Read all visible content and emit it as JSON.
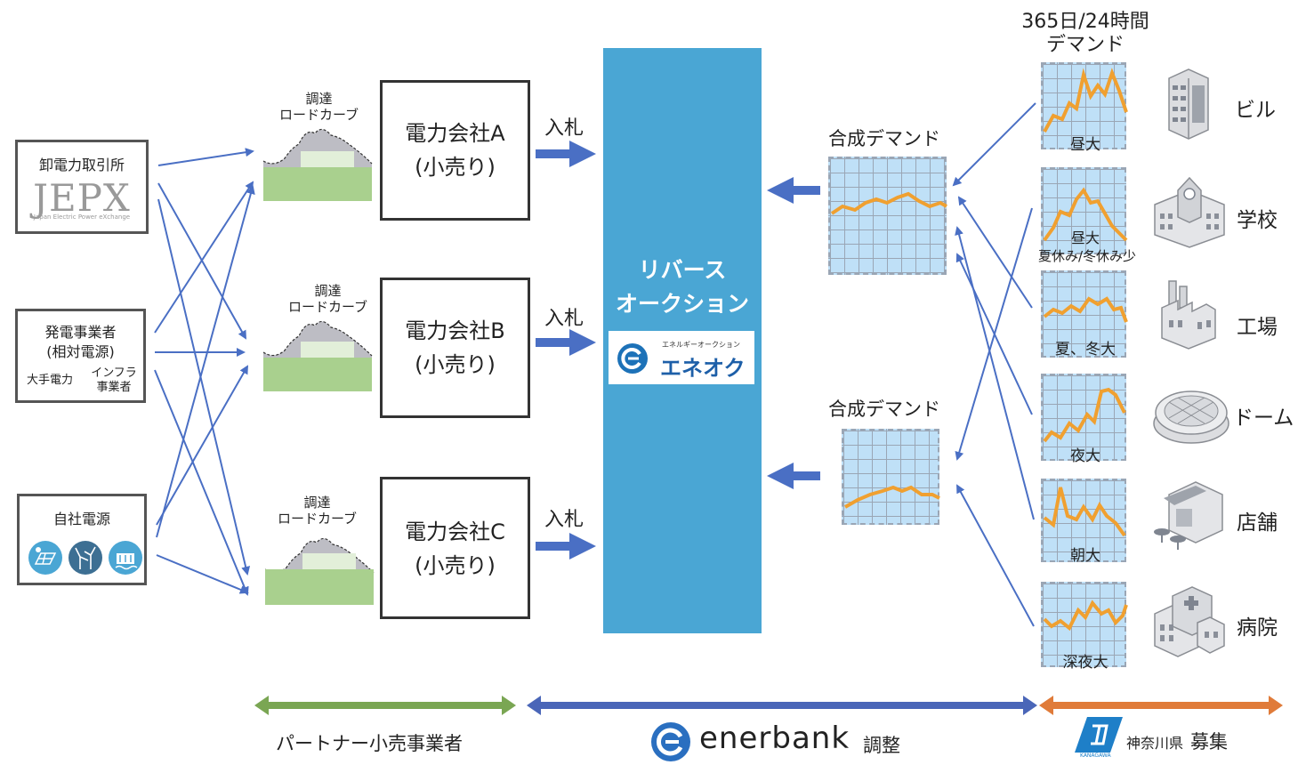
{
  "sources": {
    "jepx": {
      "title": "卸電力取引所",
      "logo_text": "JEPX",
      "logo_sub": "Japan Electric Power eXchange"
    },
    "generators": {
      "title_line1": "発電事業者",
      "title_line2": "(相対電源)",
      "sub_left": "大手電力",
      "sub_right_line1": "インフラ",
      "sub_right_line2": "事業者"
    },
    "own": {
      "title": "自社電源",
      "icons": [
        "solar-icon",
        "wind-turbine-icon",
        "hydro-icon"
      ]
    }
  },
  "procurement": {
    "label_line1": "調達",
    "label_line2": "ロードカーブ"
  },
  "companies": [
    {
      "line1": "電力会社A",
      "line2": "(小売り)"
    },
    {
      "line1": "電力会社B",
      "line2": "(小売り)"
    },
    {
      "line1": "電力会社C",
      "line2": "(小売り)"
    }
  ],
  "bid_label": "入札",
  "auction": {
    "title_line1": "リバース",
    "title_line2": "オークション",
    "logo_small": "エネルギーオークション",
    "logo_main": "エネオク"
  },
  "combined_demand_label": "合成デマンド",
  "demand_header": {
    "line1": "365日/24時間",
    "line2": "デマンド"
  },
  "facilities": [
    {
      "name": "ビル",
      "pattern": "昼大",
      "icon": "office-building-icon"
    },
    {
      "name": "学校",
      "pattern": "昼大",
      "pattern2": "夏休み/冬休み少",
      "icon": "school-icon"
    },
    {
      "name": "工場",
      "pattern": "夏、冬大",
      "icon": "factory-icon"
    },
    {
      "name": "ドーム",
      "pattern": "夜大",
      "icon": "dome-icon"
    },
    {
      "name": "店舗",
      "pattern": "朝大",
      "icon": "store-icon"
    },
    {
      "name": "病院",
      "pattern": "深夜大",
      "icon": "hospital-icon"
    }
  ],
  "bottom": {
    "partner": "パートナー小売事業者",
    "enerbank": "enerbank",
    "adjust": "調整",
    "kanagawa": "神奈川県",
    "kanagawa_logo_sub": "KANAGAWA",
    "recruit": "募集"
  },
  "colors": {
    "panel": "#4aa6d4",
    "arrow": "#4a6fc4",
    "green_bar": "#7aa653",
    "blue_bar": "#4a66b8",
    "orange_bar": "#e07b39",
    "demand_line": "#f0a030"
  }
}
